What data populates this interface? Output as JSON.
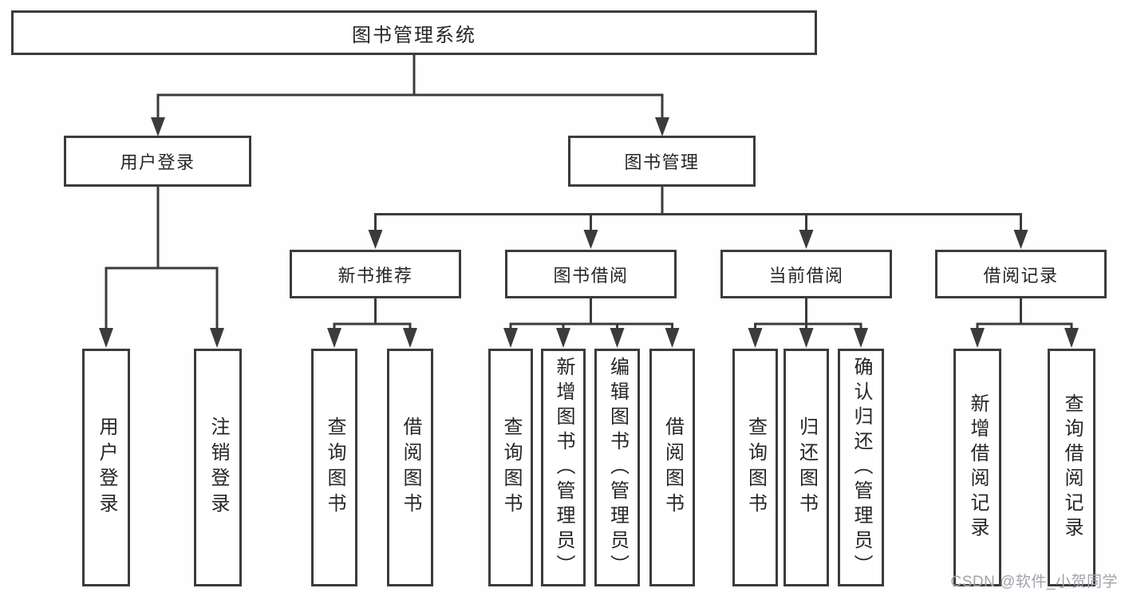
{
  "diagram": {
    "root": {
      "label": "图书管理系统"
    },
    "level2": {
      "user_login": {
        "label": "用户登录"
      },
      "book_management": {
        "label": "图书管理"
      }
    },
    "level3": {
      "new_book_recommend": {
        "label": "新书推荐"
      },
      "book_borrow": {
        "label": "图书借阅"
      },
      "current_borrow": {
        "label": "当前借阅"
      },
      "borrow_records": {
        "label": "借阅记录"
      }
    },
    "leaves": {
      "user_login": {
        "label": "用户登录"
      },
      "logout": {
        "label": "注销登录"
      },
      "query_book_recommend": {
        "label": "查询图书"
      },
      "borrow_book_recommend": {
        "label": "借阅图书"
      },
      "query_book_borrow": {
        "label": "查询图书"
      },
      "add_book_admin": {
        "label": "新增图书（管理员）"
      },
      "edit_book_admin": {
        "label": "编辑图书（管理员）"
      },
      "borrow_book_borrow": {
        "label": "借阅图书"
      },
      "query_book_current": {
        "label": "查询图书"
      },
      "return_book": {
        "label": "归还图书"
      },
      "confirm_return_admin": {
        "label": "确认归还（管理员）"
      },
      "add_borrow_record": {
        "label": "新增借阅记录"
      },
      "query_borrow_record": {
        "label": "查询借阅记录"
      }
    }
  },
  "watermark": {
    "text": "CSDN @软件_小贺同学"
  },
  "colors": {
    "line": "#3b3b3b",
    "box_border": "#3b3b3b",
    "text": "#262626",
    "watermark": "#a2a3ab",
    "background": "#ffffff"
  }
}
